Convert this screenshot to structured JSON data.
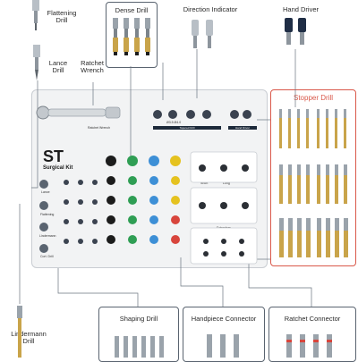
{
  "callouts": {
    "flattening": "Flattening\nDrill",
    "dense": "Dense Drill",
    "direction": "Direction Indicator",
    "hand_driver": "Hand Driver",
    "lance": "Lance\nDrill",
    "ratchet_wrench": "Ratchet\nWrench",
    "lindermann": "Lindermann\nDrill"
  },
  "boxes": {
    "stopper": "Stopper  Drill",
    "shaping": "Shaping Drill",
    "handpiece": "Handpiece Connector",
    "ratchet_conn": "Ratchet  Connector"
  },
  "kit": {
    "title": "ST",
    "subtitle": "Surgical Kit",
    "labels": {
      "ratchet_wrench": "Ratchet Wrench",
      "bar_left": "Ø3.5  Ø4.0",
      "bar_left_sub": "Tapered Drill",
      "bar_right": "Hand Driver",
      "lance": "Lance",
      "flattening": "Flattening",
      "lindermann": "Lindermann",
      "cort_drill": "Cort. Drill",
      "ratchet_conn": "Ratchet Connector",
      "handpiece_conn": "Handpiece Connector",
      "extenders": "Extenders",
      "short": "Short",
      "long": "Long",
      "regular": "Regular"
    }
  },
  "colors": {
    "box_border": "#5a6470",
    "accent_red": "#d9584a",
    "ring_black": "#1c1c1c",
    "ring_green": "#2f9e54",
    "ring_blue": "#3d8fd6",
    "ring_yellow": "#e5c21f",
    "ring_red": "#d8453c",
    "gold": "#c9a44a",
    "steel": "#9aa3ab"
  }
}
